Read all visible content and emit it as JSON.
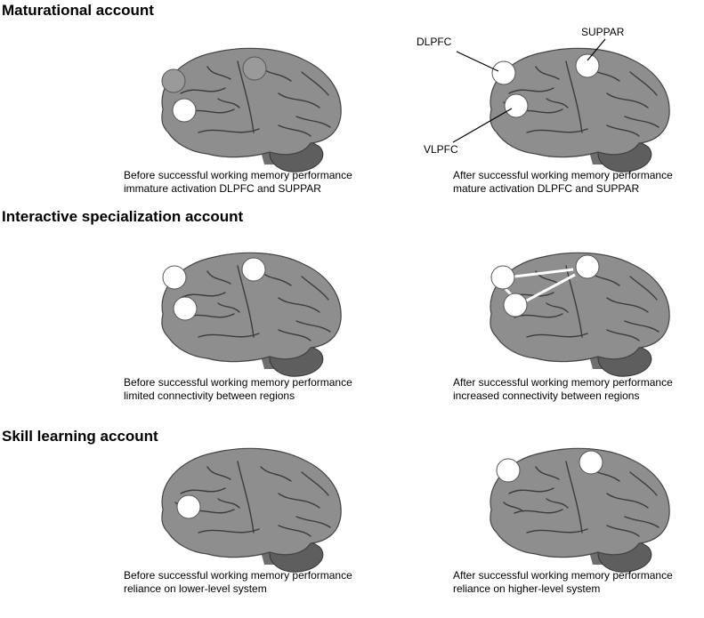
{
  "sections": [
    {
      "title": "Maturational account",
      "before_caption": [
        "Before successful working memory performance",
        "immature activation DLPFC and SUPPAR"
      ],
      "after_caption": [
        "After successful working memory performance",
        "mature activation DLPFC and SUPPAR"
      ],
      "region_labels": {
        "dlpfc": "DLPFC",
        "suppar": "SUPPAR",
        "vlpfc": "VLPFC"
      }
    },
    {
      "title": "Interactive specialization account",
      "before_caption": [
        "Before successful working memory performance",
        "limited connectivity between regions"
      ],
      "after_caption": [
        "After successful working memory performance",
        "increased connectivity between regions"
      ]
    },
    {
      "title": "Skill learning account",
      "before_caption": [
        "Before successful working memory performance",
        "reliance on lower-level system"
      ],
      "after_caption": [
        "After successful working memory performance",
        "reliance on higher-level system"
      ]
    }
  ],
  "colors": {
    "inactive_region": "#9a9a9a",
    "active_region": "#ffffff",
    "brain": "#8e8e8e",
    "cerebellum": "#5e5e5e"
  }
}
